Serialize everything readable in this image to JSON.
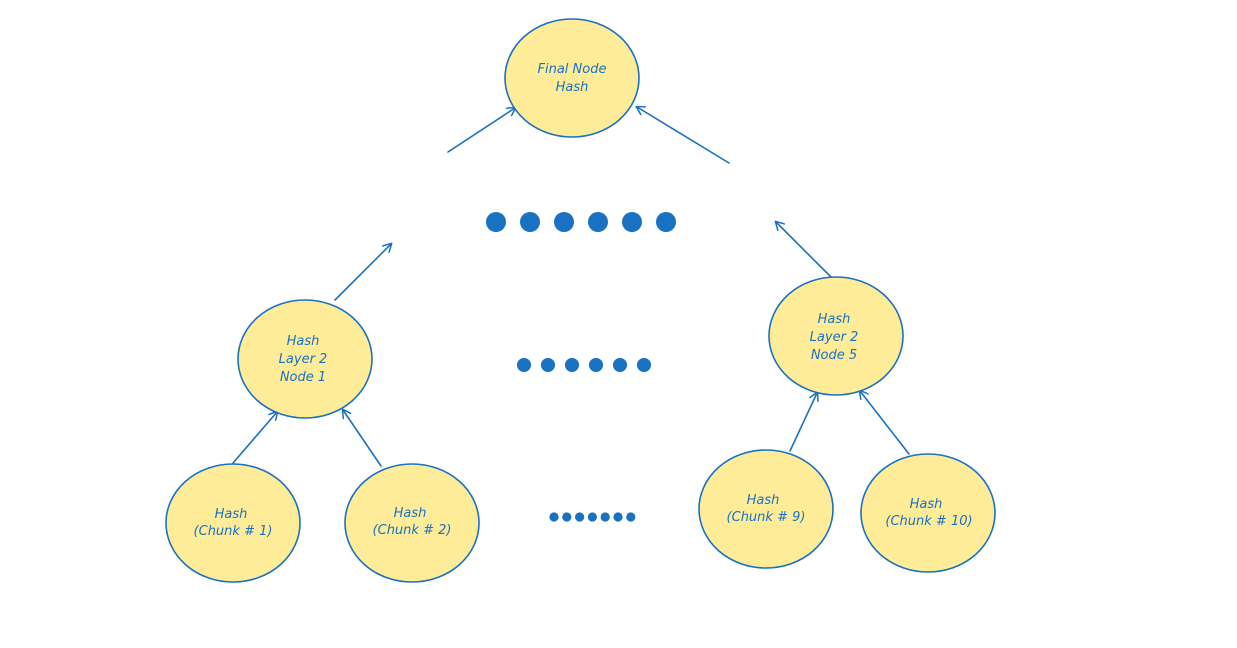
{
  "colors": {
    "stroke": "#1971c2",
    "node_fill": "#ffec99",
    "text": "#1971c2",
    "background": "#ffffff"
  },
  "nodes": {
    "root": {
      "lines": [
        "Final Node",
        "Hash"
      ]
    },
    "layer2_node1": {
      "lines": [
        "Hash",
        "Layer 2",
        "Node 1"
      ]
    },
    "layer2_node5": {
      "lines": [
        "Hash",
        "Layer 2",
        "Node 5"
      ]
    },
    "chunk1": {
      "lines": [
        "Hash",
        "(Chunk # 1)"
      ]
    },
    "chunk2": {
      "lines": [
        "Hash",
        "(Chunk # 2)"
      ]
    },
    "chunk9": {
      "lines": [
        "Hash",
        "(Chunk # 9)"
      ]
    },
    "chunk10": {
      "lines": [
        "Hash",
        "(Chunk # 10)"
      ]
    }
  },
  "ellipsis_rows": {
    "top": {
      "dot_count": 6
    },
    "middle": {
      "dot_count": 6
    },
    "bottom": {
      "dot_count": 7
    }
  }
}
